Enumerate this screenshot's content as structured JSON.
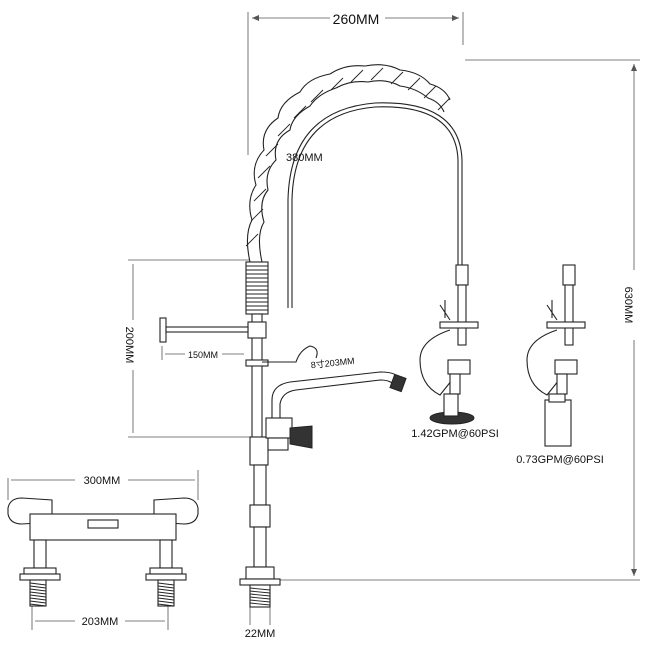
{
  "dimensions": {
    "hose_width": "260MM",
    "hose_height": "380MM",
    "total_height": "630MM",
    "riser_height": "200MM",
    "wall_bracket": "150MM",
    "spout_length": "8寸203MM",
    "deck_width": "300MM",
    "deck_centers": "203MM",
    "base_diameter": "22MM"
  },
  "spray_valves": [
    {
      "flow": "1.42GPM@60PSI"
    },
    {
      "flow": "0.73GPM@60PSI"
    }
  ]
}
